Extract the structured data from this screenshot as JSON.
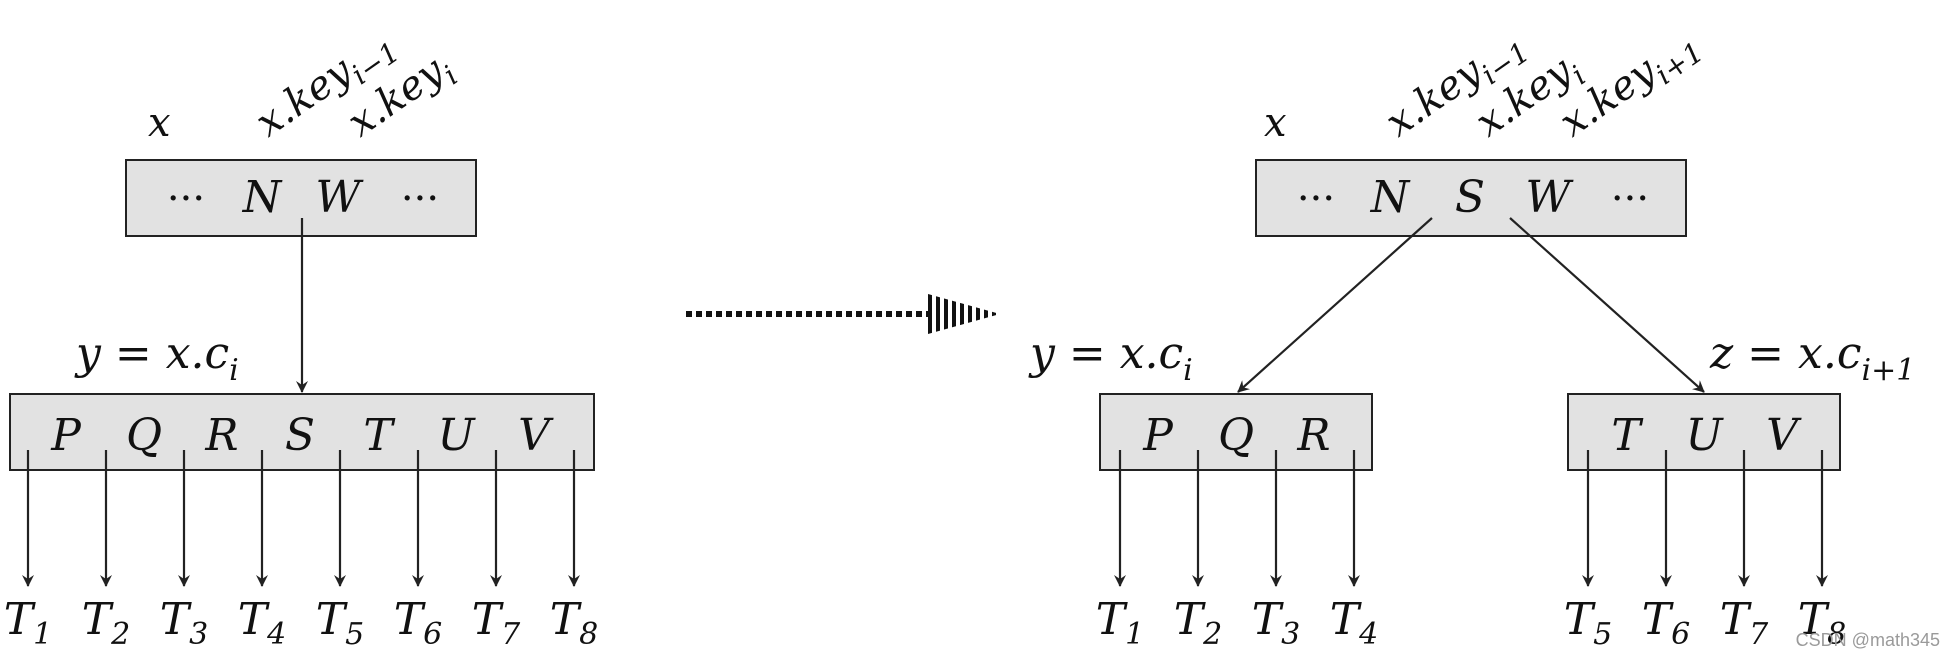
{
  "before": {
    "var_x": "x",
    "key_prev": {
      "base": "x.key",
      "sub": "i−1"
    },
    "key_curr": {
      "base": "x.key",
      "sub": "i"
    },
    "parent_keys": [
      "···",
      "N",
      "W",
      "···"
    ],
    "child_label": {
      "base": "y = x.c",
      "sub": "i"
    },
    "child_keys": [
      "P",
      "Q",
      "R",
      "S",
      "T",
      "U",
      "V"
    ],
    "subtrees": [
      {
        "base": "T",
        "sub": "1"
      },
      {
        "base": "T",
        "sub": "2"
      },
      {
        "base": "T",
        "sub": "3"
      },
      {
        "base": "T",
        "sub": "4"
      },
      {
        "base": "T",
        "sub": "5"
      },
      {
        "base": "T",
        "sub": "6"
      },
      {
        "base": "T",
        "sub": "7"
      },
      {
        "base": "T",
        "sub": "8"
      }
    ]
  },
  "after": {
    "var_x": "x",
    "key_prev": {
      "base": "x.key",
      "sub": "i−1"
    },
    "key_curr": {
      "base": "x.key",
      "sub": "i"
    },
    "key_next": {
      "base": "x.key",
      "sub": "i+1"
    },
    "parent_keys": [
      "···",
      "N",
      "S",
      "W",
      "···"
    ],
    "left_label": {
      "base": "y = x.c",
      "sub": "i"
    },
    "right_label": {
      "base": "z = x.c",
      "sub": "i+1"
    },
    "left_keys": [
      "P",
      "Q",
      "R"
    ],
    "right_keys": [
      "T",
      "U",
      "V"
    ],
    "left_subtrees": [
      {
        "base": "T",
        "sub": "1"
      },
      {
        "base": "T",
        "sub": "2"
      },
      {
        "base": "T",
        "sub": "3"
      },
      {
        "base": "T",
        "sub": "4"
      }
    ],
    "right_subtrees": [
      {
        "base": "T",
        "sub": "5"
      },
      {
        "base": "T",
        "sub": "6"
      },
      {
        "base": "T",
        "sub": "7"
      },
      {
        "base": "T",
        "sub": "8"
      }
    ]
  },
  "watermark": "CSDN @math345"
}
